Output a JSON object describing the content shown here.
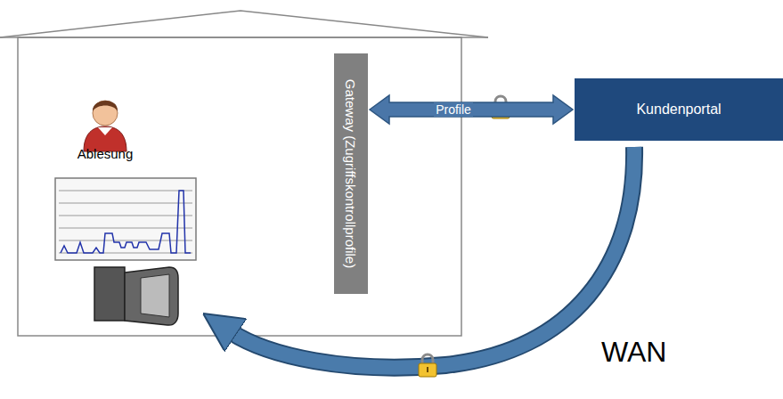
{
  "diagram": {
    "nodes": [
      {
        "text": [
          "Gateway (Zugriffskontrollprofile)"
        ]
      },
      {
        "text": [
          "Kundenportal"
        ]
      },
      {
        "text": [
          "WAN"
        ]
      }
    ],
    "edges": [
      {
        "from": 0,
        "to": 1,
        "arrow": "both",
        "label": "Profile"
      }
    ],
    "labels": [
      "Ablesung"
    ]
  }
}
